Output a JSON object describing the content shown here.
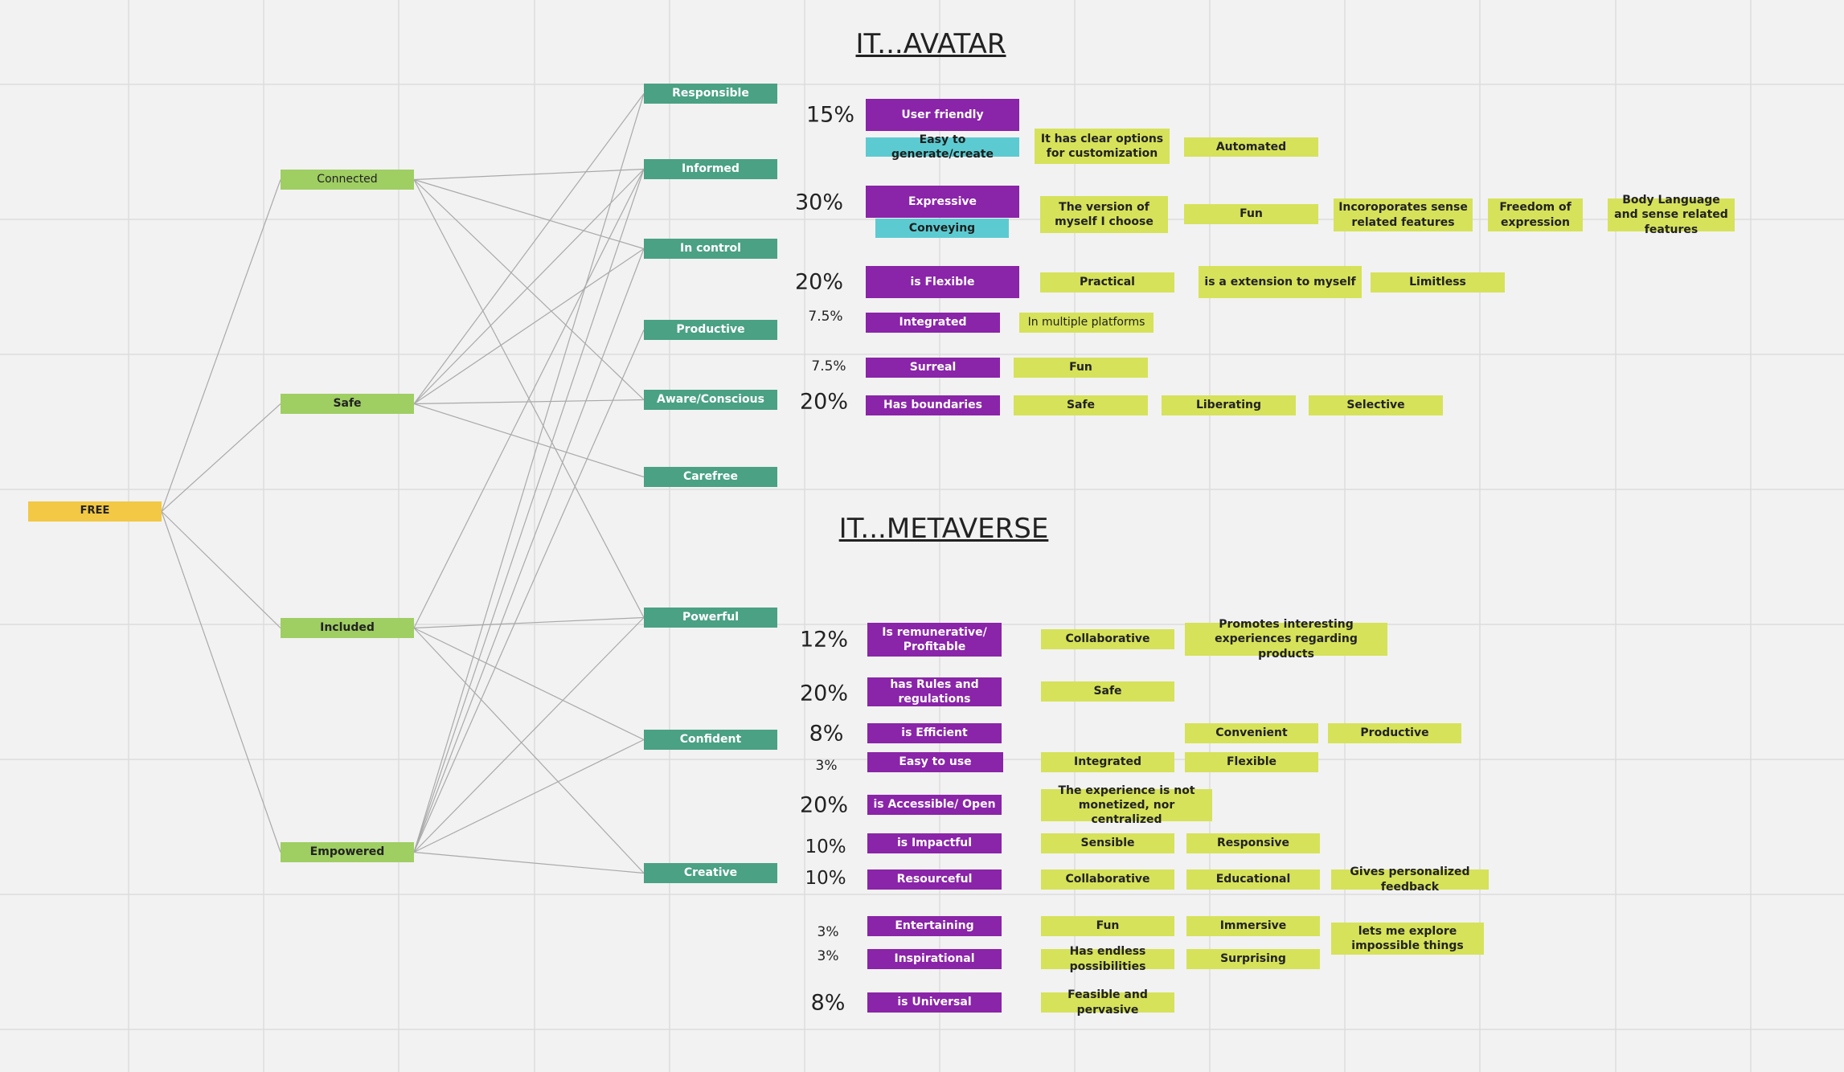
{
  "root": "FREE",
  "level1": [
    {
      "id": "connected",
      "label": "Connected",
      "light": true
    },
    {
      "id": "safe",
      "label": "Safe"
    },
    {
      "id": "included",
      "label": "Included"
    },
    {
      "id": "empowered",
      "label": "Empowered"
    }
  ],
  "level2": [
    {
      "id": "responsible",
      "label": "Responsible"
    },
    {
      "id": "informed",
      "label": "Informed"
    },
    {
      "id": "in-control",
      "label": "In control"
    },
    {
      "id": "productive",
      "label": "Productive"
    },
    {
      "id": "aware",
      "label": "Aware/Conscious"
    },
    {
      "id": "carefree",
      "label": "Carefree"
    },
    {
      "id": "powerful",
      "label": "Powerful"
    },
    {
      "id": "confident",
      "label": "Confident"
    },
    {
      "id": "creative",
      "label": "Creative"
    }
  ],
  "edges": [
    [
      "connected",
      "informed"
    ],
    [
      "connected",
      "in-control"
    ],
    [
      "connected",
      "aware"
    ],
    [
      "connected",
      "powerful"
    ],
    [
      "safe",
      "informed"
    ],
    [
      "safe",
      "in-control"
    ],
    [
      "safe",
      "aware"
    ],
    [
      "safe",
      "carefree"
    ],
    [
      "safe",
      "responsible"
    ],
    [
      "included",
      "powerful"
    ],
    [
      "included",
      "confident"
    ],
    [
      "included",
      "creative"
    ],
    [
      "included",
      "informed"
    ],
    [
      "empowered",
      "confident"
    ],
    [
      "empowered",
      "creative"
    ],
    [
      "empowered",
      "responsible"
    ],
    [
      "empowered",
      "informed"
    ],
    [
      "empowered",
      "in-control"
    ],
    [
      "empowered",
      "productive"
    ],
    [
      "empowered",
      "powerful"
    ]
  ],
  "avatar": {
    "heading": "IT...AVATAR",
    "rows": [
      {
        "pct": "15%",
        "main": "User friendly",
        "sub": "Easy to generate/create",
        "attrs": [
          "It has clear options for customization",
          "Automated"
        ]
      },
      {
        "pct": "30%",
        "main": "Expressive",
        "sub": "Conveying",
        "attrs": [
          "The version of myself I choose",
          "Fun",
          "Incoroporates sense related features",
          "Freedom of expression",
          "Body Language and sense related features"
        ]
      },
      {
        "pct": "20%",
        "main": "is Flexible",
        "attrs": [
          "Practical",
          "is a extension to myself",
          "Limitless"
        ]
      },
      {
        "pct": "7.5%",
        "main": "Integrated",
        "attrs": [
          "In multiple platforms"
        ]
      },
      {
        "pct": "7.5%",
        "main": "Surreal",
        "attrs": [
          "Fun"
        ]
      },
      {
        "pct": "20%",
        "main": "Has boundaries",
        "attrs": [
          "Safe",
          "Liberating",
          "Selective"
        ]
      }
    ]
  },
  "metaverse": {
    "heading": "IT...METAVERSE",
    "rows": [
      {
        "pct": "12%",
        "main": "Is remunerative/ Profitable",
        "attrs": [
          "Collaborative",
          "Promotes interesting experiences regarding products"
        ]
      },
      {
        "pct": "20%",
        "main": "has Rules and regulations",
        "attrs": [
          "Safe"
        ]
      },
      {
        "pct": "8%",
        "main": "is Efficient",
        "attrs": [
          "Convenient",
          "Productive"
        ]
      },
      {
        "pct": "3%",
        "main": "Easy to use",
        "attrs": [
          "Integrated",
          "Flexible"
        ]
      },
      {
        "pct": "20%",
        "main": "is Accessible/ Open",
        "attrs": [
          "The experience is not monetized, nor centralized"
        ]
      },
      {
        "pct": "10%",
        "main": "is Impactful",
        "attrs": [
          "Sensible",
          "Responsive"
        ]
      },
      {
        "pct": "10%",
        "main": "Resourceful",
        "attrs": [
          "Collaborative",
          "Educational",
          "Gives personalized feedback"
        ]
      },
      {
        "pct": "3%",
        "main": "Entertaining",
        "attrs": [
          "Fun",
          "Immersive",
          "lets me explore impossible things"
        ]
      },
      {
        "pct": "3%",
        "main": "Inspirational",
        "attrs": [
          "Has endless possibilities",
          "Surprising"
        ]
      },
      {
        "pct": "8%",
        "main": "is Universal",
        "attrs": [
          "Feasible and pervasive"
        ]
      }
    ]
  }
}
